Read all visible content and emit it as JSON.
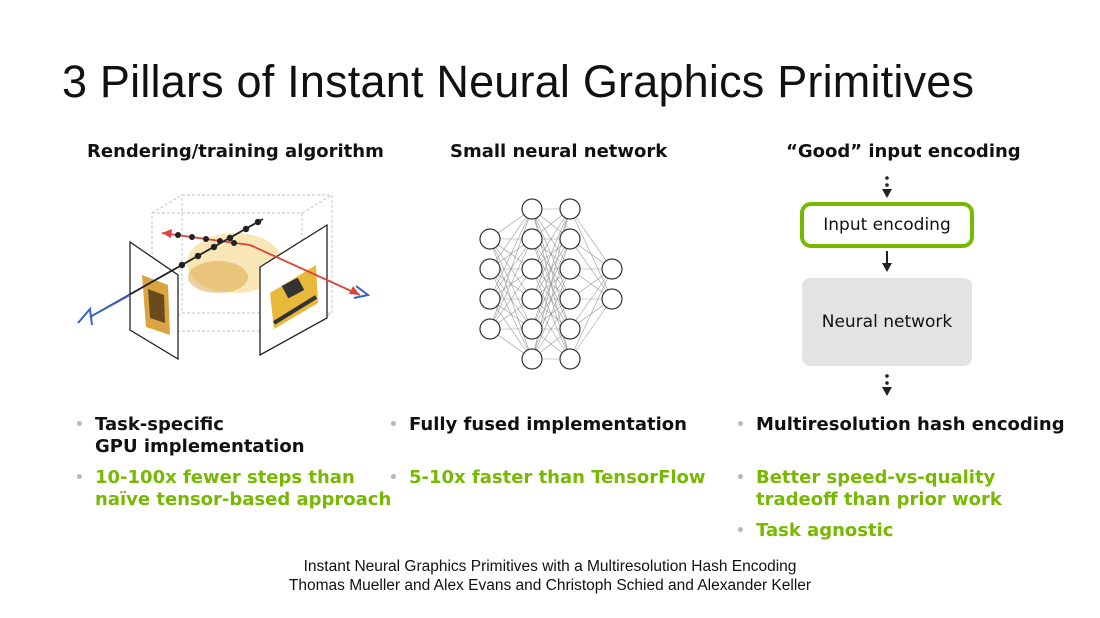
{
  "slide": {
    "title": "3 Pillars of Instant Neural Graphics Primitives"
  },
  "columns": [
    {
      "heading": "Rendering/training algorithm",
      "bullets": [
        {
          "text_lines": [
            "Task-specific",
            "GPU implementation"
          ],
          "style": "dark"
        },
        {
          "text_lines": [
            "10-100x fewer steps than",
            "naïve tensor-based approach"
          ],
          "style": "green"
        }
      ]
    },
    {
      "heading": "Small neural network",
      "bullets": [
        {
          "text_lines": [
            "Fully fused implementation"
          ],
          "style": "dark"
        },
        {
          "text_lines": [
            "5-10x faster than TensorFlow"
          ],
          "style": "green"
        }
      ]
    },
    {
      "heading": "“Good” input encoding",
      "bullets": [
        {
          "text_lines": [
            "Multiresolution hash encoding"
          ],
          "style": "dark"
        },
        {
          "text_lines": [
            "Better speed-vs-quality",
            "tradeoff than prior work"
          ],
          "style": "green"
        },
        {
          "text_lines": [
            "Task agnostic"
          ],
          "style": "green"
        }
      ]
    }
  ],
  "diagram": {
    "input_encoding_label": "Input encoding",
    "neural_network_label": "Neural network",
    "network_layers": [
      4,
      6,
      6,
      2
    ]
  },
  "citation": {
    "line1": "Instant Neural Graphics Primitives with a Multiresolution Hash Encoding",
    "line2": "Thomas Mueller and Alex Evans and Christoph Schied and Alexander Keller"
  },
  "colors": {
    "accent_green": "#76b900",
    "ray_red": "#d8453a",
    "ray_blue": "#3a5fcf",
    "box_gray": "#e3e3e3"
  }
}
